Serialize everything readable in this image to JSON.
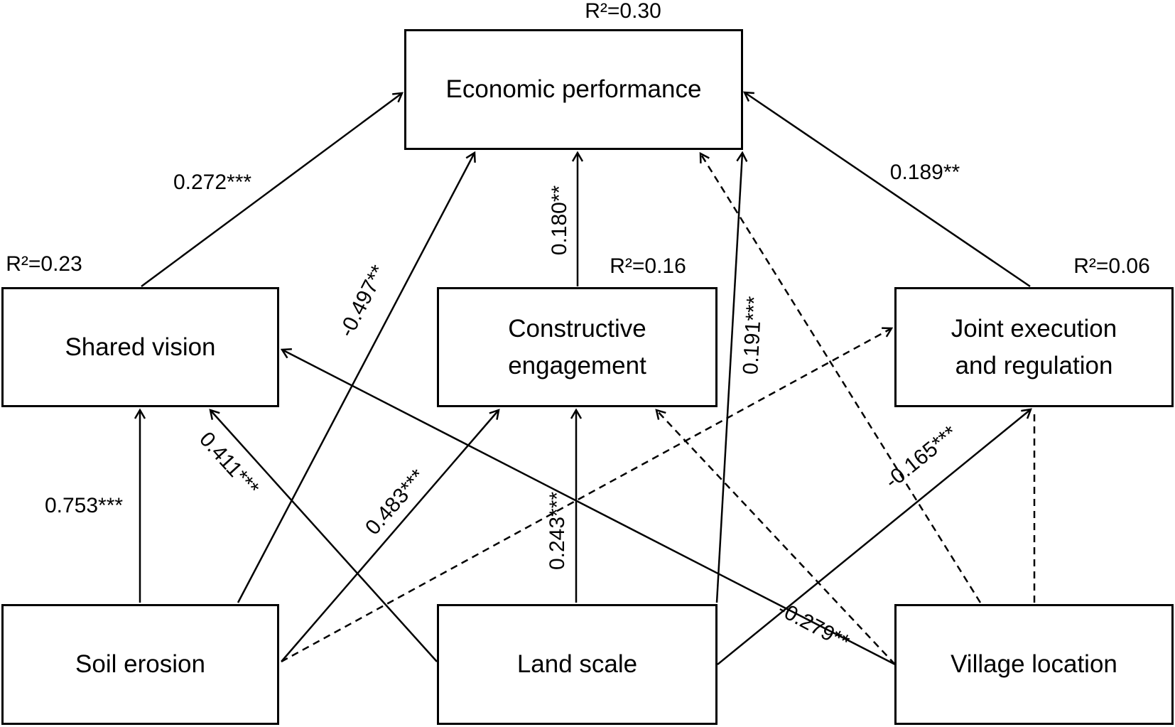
{
  "diagram": {
    "title_hint": "Structural path model",
    "nodes": {
      "economic": {
        "label": "Economic performance",
        "r2": "R²=0.30"
      },
      "shared": {
        "label": "Shared vision",
        "r2": "R²=0.23"
      },
      "constructive": {
        "line1": "Constructive",
        "line2": "engagement",
        "r2": "R²=0.16"
      },
      "joint": {
        "line1": "Joint execution",
        "line2": "and regulation",
        "r2": "R²=0.06"
      },
      "soil": {
        "label": "Soil erosion"
      },
      "land": {
        "label": "Land scale"
      },
      "village": {
        "label": "Village location"
      }
    },
    "coefficients": {
      "shared_to_economic": "0.272***",
      "constructive_to_economic": "0.180**",
      "joint_to_economic": "0.189**",
      "soil_to_economic": "-0.497**",
      "land_to_economic": "0.191***",
      "soil_to_shared": "0.753***",
      "land_to_shared": "0.411***",
      "village_to_shared": "-0.279**",
      "soil_to_constructive": "0.483***",
      "land_to_constructive": "0.243***",
      "land_to_joint": "-0.165***"
    },
    "paths": [
      {
        "from": "Shared vision",
        "to": "Economic performance",
        "coefficient": "0.272***",
        "line": "solid"
      },
      {
        "from": "Constructive engagement",
        "to": "Economic performance",
        "coefficient": "0.180**",
        "line": "solid"
      },
      {
        "from": "Joint execution and regulation",
        "to": "Economic performance",
        "coefficient": "0.189**",
        "line": "solid"
      },
      {
        "from": "Soil erosion",
        "to": "Economic performance",
        "coefficient": "-0.497**",
        "line": "solid"
      },
      {
        "from": "Land scale",
        "to": "Economic performance",
        "coefficient": "0.191***",
        "line": "solid"
      },
      {
        "from": "Soil erosion",
        "to": "Shared vision",
        "coefficient": "0.753***",
        "line": "solid"
      },
      {
        "from": "Land scale",
        "to": "Shared vision",
        "coefficient": "0.411***",
        "line": "solid"
      },
      {
        "from": "Village location",
        "to": "Shared vision",
        "coefficient": "-0.279**",
        "line": "solid"
      },
      {
        "from": "Soil erosion",
        "to": "Constructive engagement",
        "coefficient": "0.483***",
        "line": "solid"
      },
      {
        "from": "Land scale",
        "to": "Constructive engagement",
        "coefficient": "0.243***",
        "line": "solid"
      },
      {
        "from": "Land scale",
        "to": "Joint execution and regulation",
        "coefficient": "-0.165***",
        "line": "solid"
      },
      {
        "from": "Village location",
        "to": "Constructive engagement",
        "coefficient": null,
        "line": "dashed"
      },
      {
        "from": "Village location",
        "to": "Economic performance",
        "coefficient": null,
        "line": "dashed"
      },
      {
        "from": "Village location",
        "to": "Joint execution and regulation",
        "coefficient": null,
        "line": "dashed"
      },
      {
        "from": "Soil erosion",
        "to": "Joint execution and regulation",
        "coefficient": null,
        "line": "dashed"
      }
    ],
    "colors": {
      "line": "#000000",
      "background": "#ffffff",
      "text": "#000000"
    }
  }
}
